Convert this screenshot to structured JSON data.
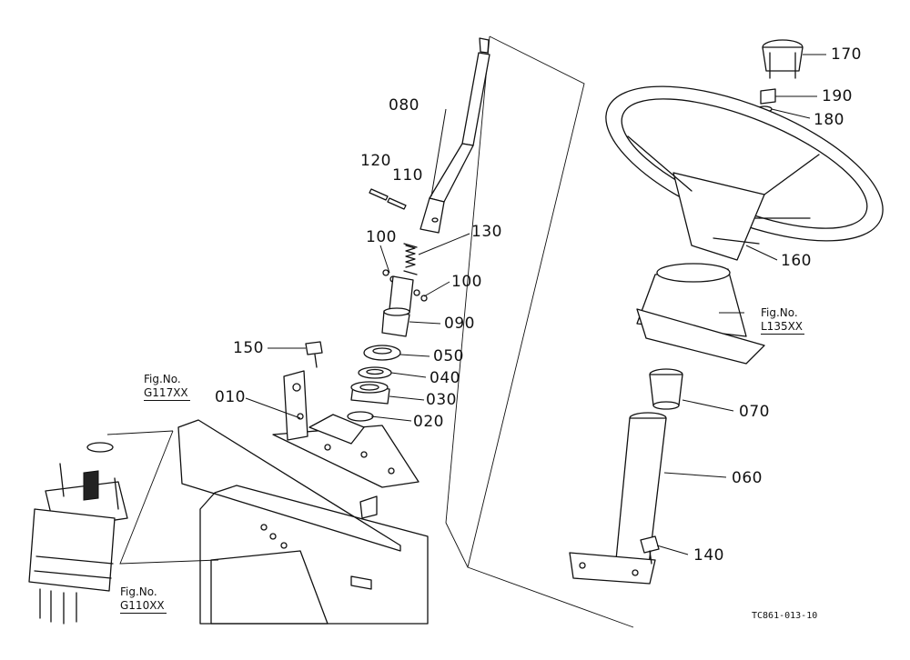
{
  "callouts": [
    {
      "id": "p010",
      "text": "010"
    },
    {
      "id": "p020",
      "text": "020"
    },
    {
      "id": "p030",
      "text": "030"
    },
    {
      "id": "p040",
      "text": "040"
    },
    {
      "id": "p050",
      "text": "050"
    },
    {
      "id": "p060",
      "text": "060"
    },
    {
      "id": "p070",
      "text": "070"
    },
    {
      "id": "p080",
      "text": "080"
    },
    {
      "id": "p090",
      "text": "090"
    },
    {
      "id": "p100a",
      "text": "100"
    },
    {
      "id": "p100b",
      "text": "100"
    },
    {
      "id": "p110",
      "text": "110"
    },
    {
      "id": "p120",
      "text": "120"
    },
    {
      "id": "p130",
      "text": "130"
    },
    {
      "id": "p140",
      "text": "140"
    },
    {
      "id": "p150",
      "text": "150"
    },
    {
      "id": "p160",
      "text": "160"
    },
    {
      "id": "p170",
      "text": "170"
    },
    {
      "id": "p180",
      "text": "180"
    },
    {
      "id": "p190",
      "text": "190"
    }
  ],
  "figure_refs": [
    {
      "id": "g117",
      "line1": "Fig.No.",
      "line2": "G117XX"
    },
    {
      "id": "l135",
      "line1": "Fig.No.",
      "line2": "L135XX"
    },
    {
      "id": "g110",
      "line1": "Fig.No.",
      "line2": "G110XX"
    }
  ],
  "figure_id": "TC861-013-10"
}
